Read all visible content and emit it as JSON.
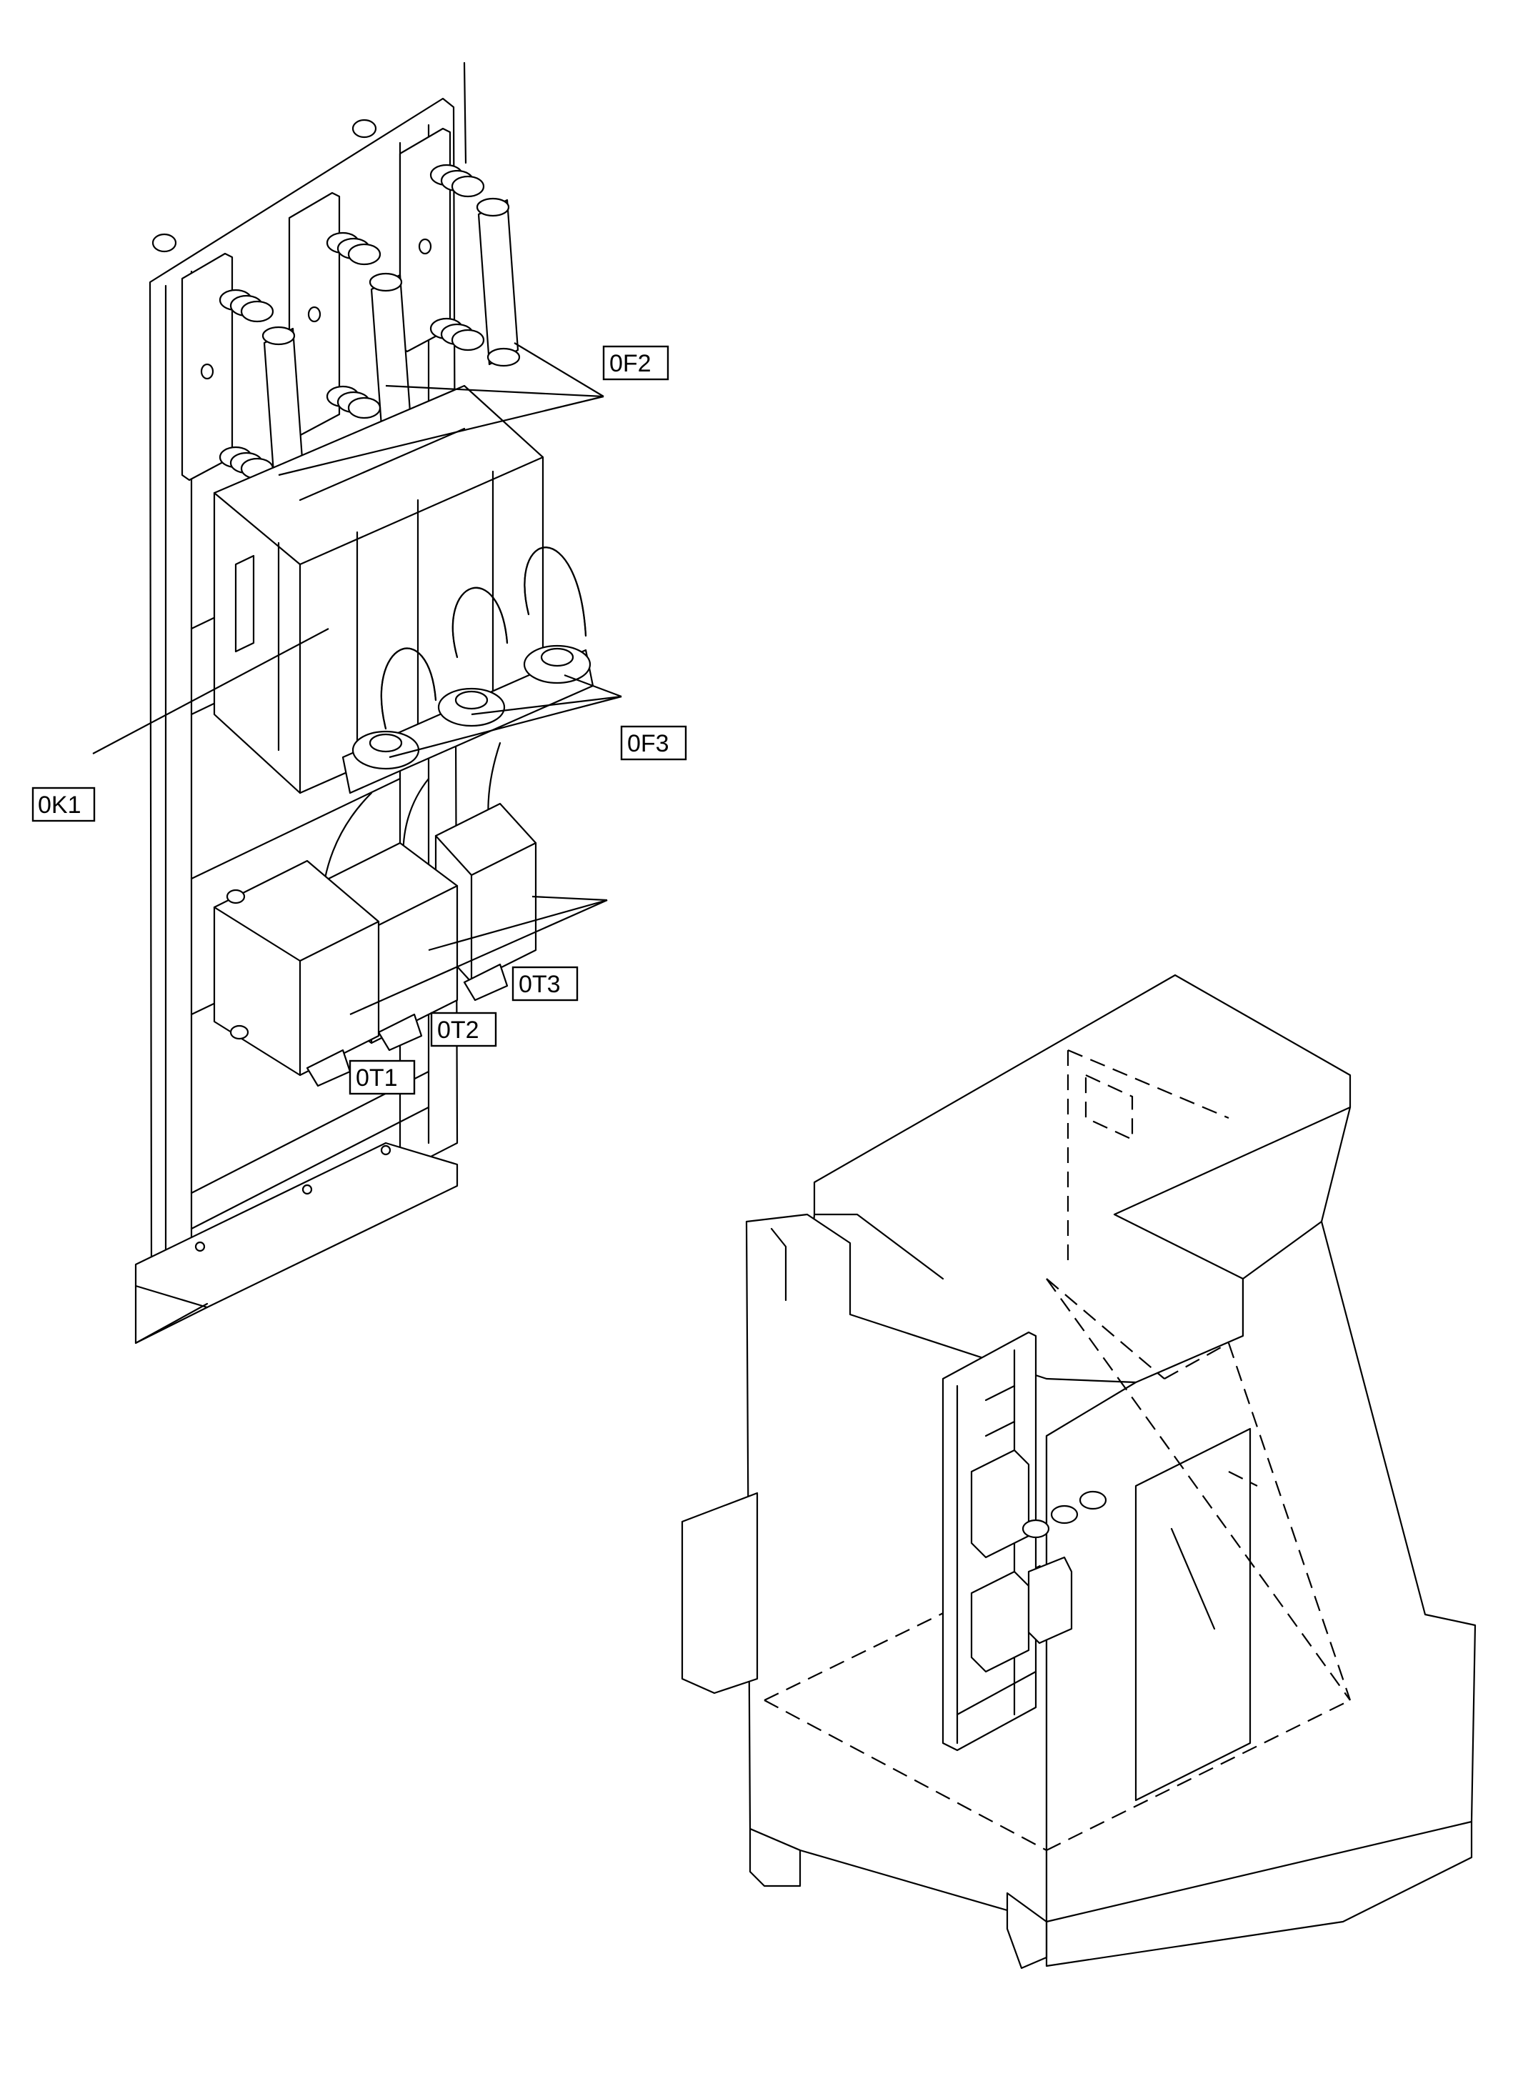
{
  "labels": {
    "k1": "0K1",
    "f2": "0F2",
    "f3": "0F3",
    "t1": "0T1",
    "t2": "0T2",
    "t3": "0T3"
  }
}
